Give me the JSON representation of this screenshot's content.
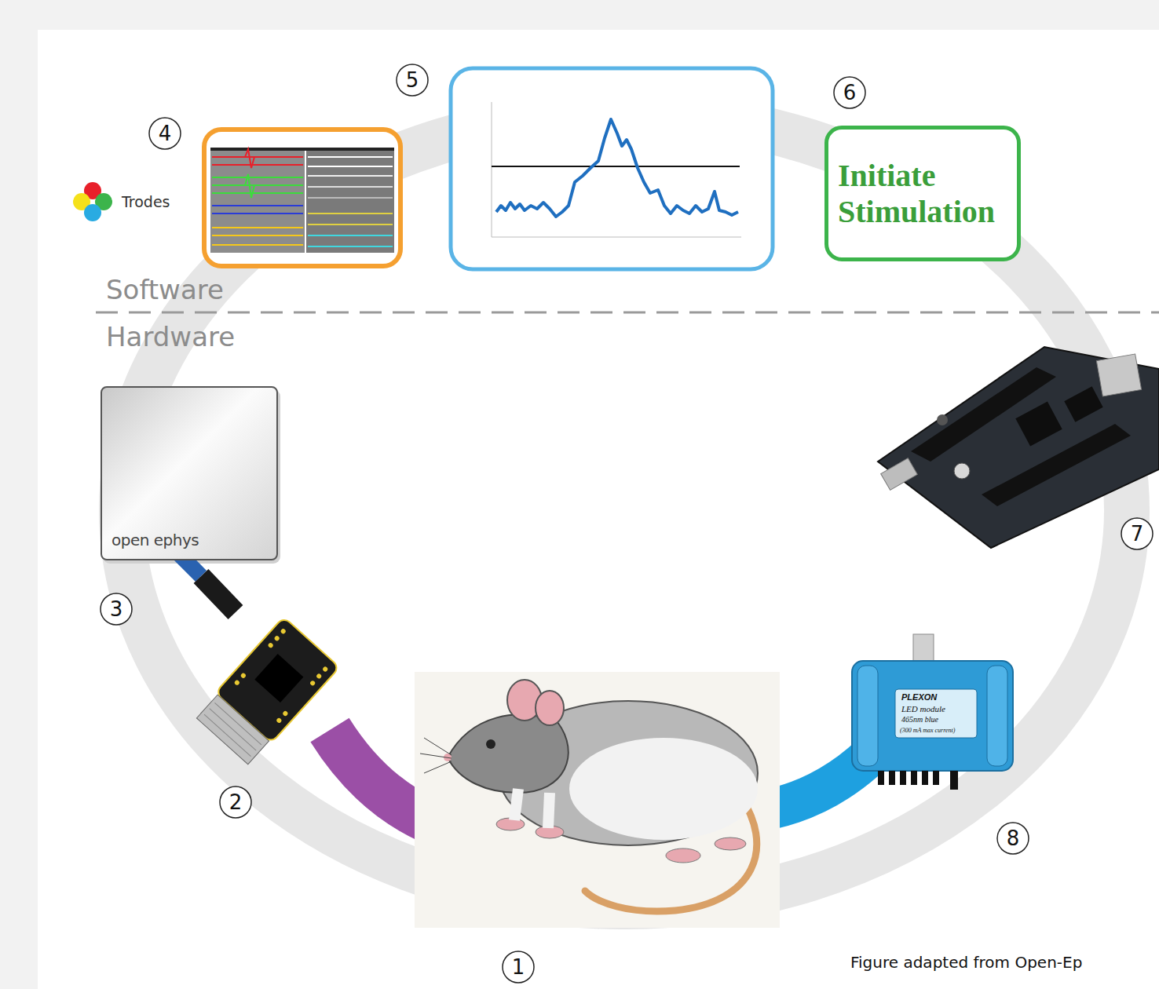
{
  "diagram": {
    "caption": "Figure adapted from Open-Ep",
    "nodes": [
      {
        "text": [
          "open ephys"
        ]
      },
      {
        "text": [
          "Initiate Stimulation"
        ]
      }
    ],
    "labels": [
      "Trodes",
      "Software",
      "Hardware",
      "1",
      "2",
      "3",
      "4",
      "5",
      "6",
      "7",
      "8",
      "PLEXON",
      "LED module",
      "465nm blue",
      "(300 mA max current)"
    ]
  }
}
